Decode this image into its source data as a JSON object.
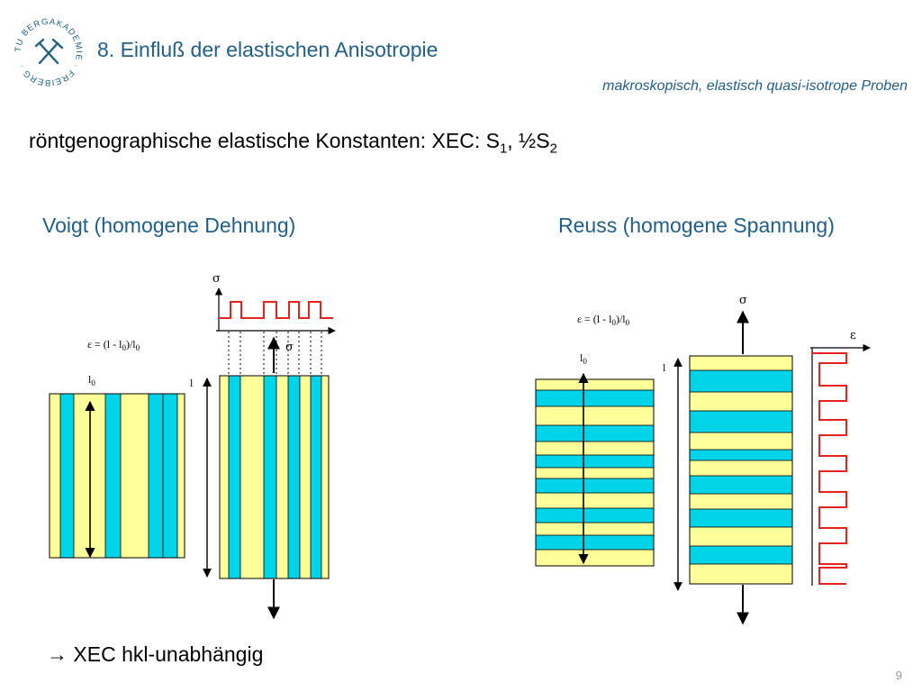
{
  "logo": {
    "text": "TU BERGAKADEMIE · FREIBERG ·",
    "icon": "hammer-and-pick-icon"
  },
  "header": {
    "title": "8. Einfluß der elastischen Anisotropie",
    "subtitle": "makroskopisch, elastisch quasi-isotrope Proben"
  },
  "xec": {
    "text": "röntgenographische elastische Konstanten: XEC: S",
    "sub1": "1",
    "mid": ", ½S",
    "sub2": "2"
  },
  "voigt": {
    "heading": "Voigt (homogene Dehnung)",
    "sigma_top": "σ",
    "sigma_inner": "σ",
    "strain_formula": "ε = (l - l",
    "strain_formula_sub": "0",
    "strain_formula_end": ")/l",
    "strain_formula_end_sub": "0",
    "l0": "l",
    "l0_sub": "0",
    "l": "l"
  },
  "reuss": {
    "heading": "Reuss (homogene Spannung)",
    "sigma": "σ",
    "epsilon": "ε",
    "strain_formula": "ε = (l - l",
    "strain_formula_sub": "0",
    "strain_formula_end": ")/l",
    "strain_formula_end_sub": "0",
    "l0": "l",
    "l0_sub": "0",
    "l": "l"
  },
  "conclusion": {
    "arrow": "→",
    "text": "XEC hkl-unabhängig"
  },
  "page": {
    "number": "9"
  },
  "colors": {
    "heading": "#1f5f8b",
    "cyan": "#00d4e8",
    "yellow": "#ffff99",
    "step_line": "#e8231e"
  }
}
